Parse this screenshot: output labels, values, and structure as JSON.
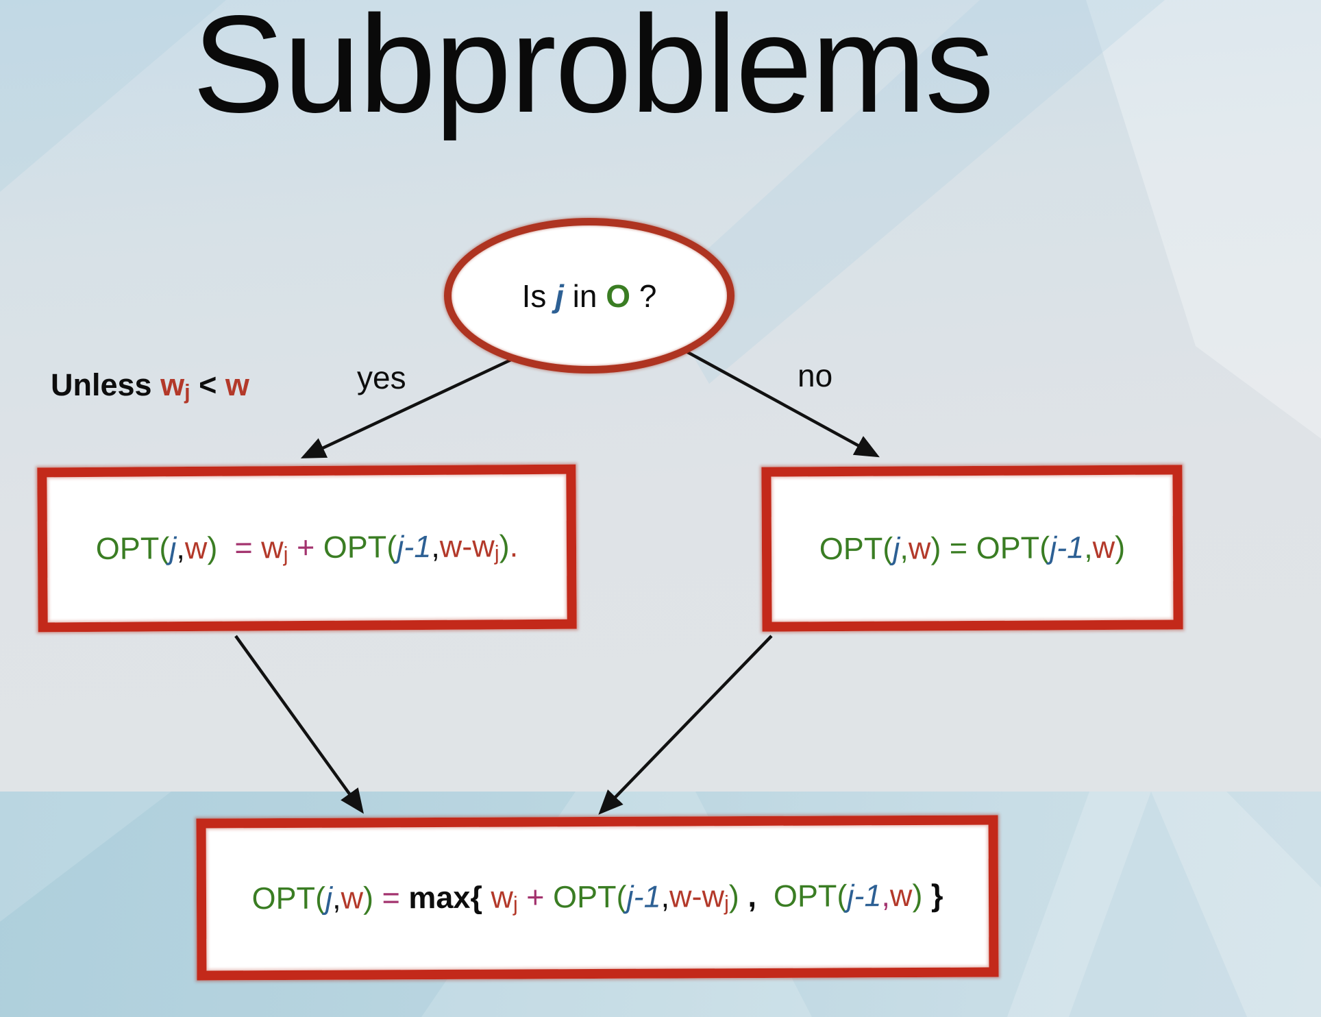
{
  "title": "Subproblems",
  "colors": {
    "green": "#3a7d23",
    "blue": "#2d6094",
    "red": "#b3392a",
    "magenta": "#a3336e",
    "black": "#111111",
    "ellipse_border_red": "#ae3421",
    "box_border_red": "#c3291a"
  },
  "decision_ellipse": {
    "segments": [
      {
        "t": "Is "
      },
      {
        "t": "j",
        "c": "blue",
        "i": true,
        "b": true
      },
      {
        "t": " in "
      },
      {
        "t": "O",
        "c": "green",
        "b": true
      },
      {
        "t": " ?"
      }
    ]
  },
  "edge_labels": {
    "yes": "yes",
    "no": "no"
  },
  "side_note": {
    "segments": [
      {
        "t": "Unless ",
        "b": true
      },
      {
        "t": "w",
        "c": "red",
        "b": true
      },
      {
        "t": "j",
        "c": "red",
        "b": true,
        "sub": true
      },
      {
        "t": " < ",
        "b": true
      },
      {
        "t": "w",
        "c": "red",
        "b": true
      }
    ]
  },
  "boxes": {
    "yes_box": {
      "segments": [
        {
          "t": "OPT(",
          "c": "green"
        },
        {
          "t": "j",
          "c": "blue",
          "i": true
        },
        {
          "t": ","
        },
        {
          "t": "w",
          "c": "red"
        },
        {
          "t": ")",
          "c": "green"
        },
        {
          "t": "  "
        },
        {
          "t": "=",
          "c": "magenta"
        },
        {
          "t": " "
        },
        {
          "t": "w",
          "c": "red"
        },
        {
          "t": "j",
          "c": "red",
          "sub": true
        },
        {
          "t": " "
        },
        {
          "t": "+",
          "c": "magenta"
        },
        {
          "t": " "
        },
        {
          "t": "OPT(",
          "c": "green"
        },
        {
          "t": "j-1",
          "c": "blue",
          "i": true
        },
        {
          "t": ","
        },
        {
          "t": "w-w",
          "c": "red"
        },
        {
          "t": "j",
          "c": "red",
          "sub": true
        },
        {
          "t": ")",
          "c": "green"
        },
        {
          "t": ".",
          "c": "red"
        }
      ]
    },
    "no_box": {
      "segments": [
        {
          "t": "OPT(",
          "c": "green"
        },
        {
          "t": "j",
          "c": "blue",
          "i": true
        },
        {
          "t": ",",
          "c": "green"
        },
        {
          "t": "w",
          "c": "red"
        },
        {
          "t": ") = OPT(",
          "c": "green"
        },
        {
          "t": "j-1",
          "c": "blue",
          "i": true
        },
        {
          "t": ",",
          "c": "green"
        },
        {
          "t": "w",
          "c": "red"
        },
        {
          "t": ")",
          "c": "green"
        }
      ]
    },
    "merge_box": {
      "segments": [
        {
          "t": "OPT(",
          "c": "green"
        },
        {
          "t": "j",
          "c": "blue",
          "i": true
        },
        {
          "t": ","
        },
        {
          "t": "w",
          "c": "red"
        },
        {
          "t": ")",
          "c": "green"
        },
        {
          "t": " "
        },
        {
          "t": "=",
          "c": "magenta"
        },
        {
          "t": " "
        },
        {
          "t": "max{",
          "b": true
        },
        {
          "t": " "
        },
        {
          "t": "w",
          "c": "red"
        },
        {
          "t": "j",
          "c": "red",
          "sub": true
        },
        {
          "t": " "
        },
        {
          "t": "+",
          "c": "magenta"
        },
        {
          "t": " "
        },
        {
          "t": "OPT(",
          "c": "green"
        },
        {
          "t": "j-1",
          "c": "blue",
          "i": true
        },
        {
          "t": ","
        },
        {
          "t": "w-w",
          "c": "red"
        },
        {
          "t": "j",
          "c": "red",
          "sub": true
        },
        {
          "t": ")",
          "c": "green"
        },
        {
          "t": " "
        },
        {
          "t": ",",
          "b": true
        },
        {
          "t": "  "
        },
        {
          "t": "OPT(",
          "c": "green"
        },
        {
          "t": "j-1",
          "c": "blue",
          "i": true
        },
        {
          "t": ",",
          "c": "magenta"
        },
        {
          "t": "w",
          "c": "red"
        },
        {
          "t": ")",
          "c": "green"
        },
        {
          "t": " "
        },
        {
          "t": "}",
          "b": true
        }
      ]
    }
  }
}
